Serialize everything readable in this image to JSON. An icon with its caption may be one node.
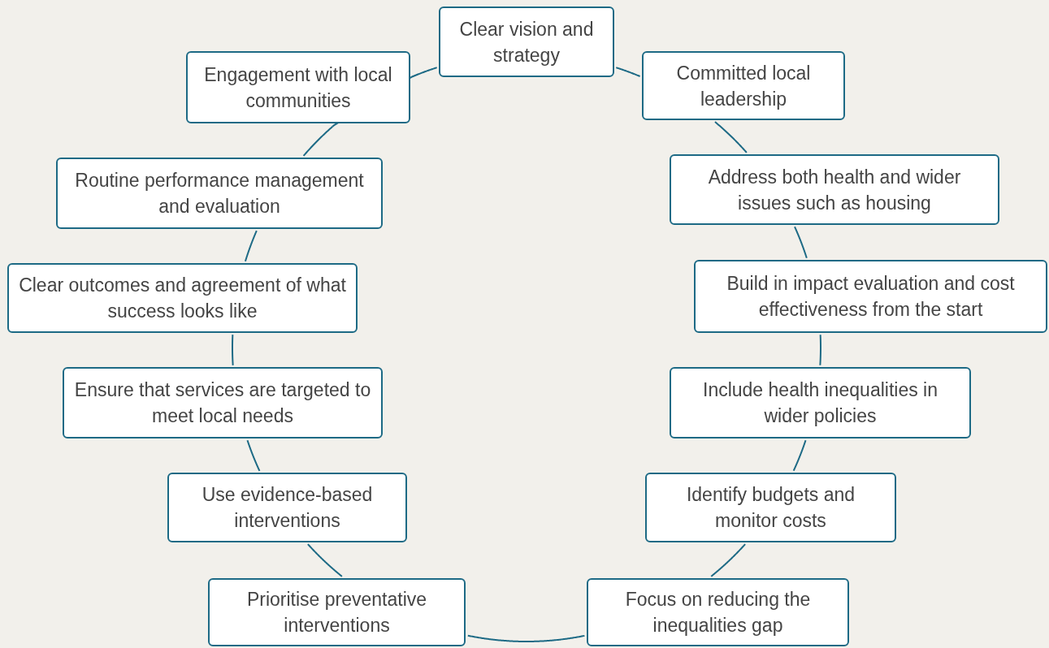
{
  "diagram": {
    "nodes": [
      {
        "text": [
          "Clear vision and strategy"
        ]
      },
      {
        "text": [
          "Committed local leadership"
        ]
      },
      {
        "text": [
          "Address both health and wider issues such as housing"
        ]
      },
      {
        "text": [
          "Build in impact evaluation and cost effectiveness from the start"
        ]
      },
      {
        "text": [
          "Include health inequalities in wider policies"
        ]
      },
      {
        "text": [
          "Identify budgets and monitor costs"
        ]
      },
      {
        "text": [
          "Focus on reducing the inequalities gap"
        ]
      },
      {
        "text": [
          "Prioritise preventative interventions"
        ]
      },
      {
        "text": [
          "Use evidence-based interventions"
        ]
      },
      {
        "text": [
          "Ensure that services are targeted to meet local needs"
        ]
      },
      {
        "text": [
          "Clear outcomes and agreement of what success looks like"
        ]
      },
      {
        "text": [
          "Routine performance management and evaluation"
        ]
      },
      {
        "text": [
          "Engagement with local communities"
        ]
      }
    ],
    "edges": [
      {
        "from": 0,
        "to": 1,
        "arrow": "none"
      },
      {
        "from": 1,
        "to": 2,
        "arrow": "none"
      },
      {
        "from": 2,
        "to": 3,
        "arrow": "none"
      },
      {
        "from": 3,
        "to": 4,
        "arrow": "none"
      },
      {
        "from": 4,
        "to": 5,
        "arrow": "none"
      },
      {
        "from": 5,
        "to": 6,
        "arrow": "none"
      },
      {
        "from": 6,
        "to": 7,
        "arrow": "none"
      },
      {
        "from": 7,
        "to": 8,
        "arrow": "none"
      },
      {
        "from": 8,
        "to": 9,
        "arrow": "none"
      },
      {
        "from": 9,
        "to": 10,
        "arrow": "none"
      },
      {
        "from": 10,
        "to": 11,
        "arrow": "none"
      },
      {
        "from": 11,
        "to": 12,
        "arrow": "none"
      },
      {
        "from": 12,
        "to": 0,
        "arrow": "none"
      }
    ]
  }
}
